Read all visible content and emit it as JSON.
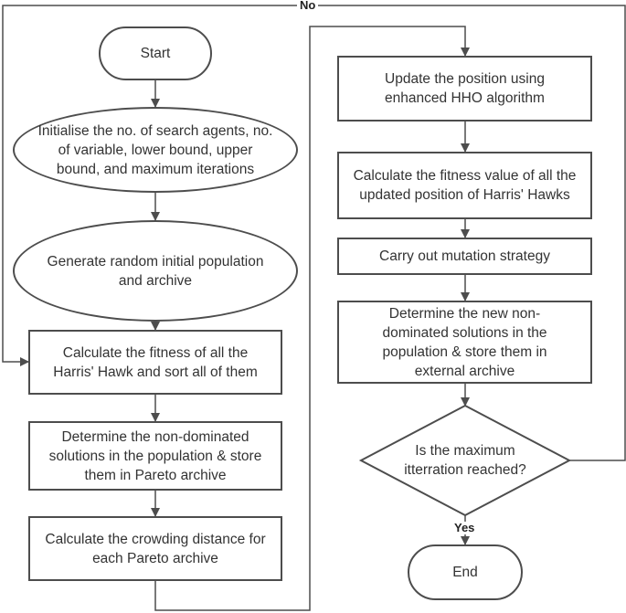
{
  "nodes": {
    "start": "Start",
    "init": "Initialise the no. of search agents, no. of variable, lower bound, upper bound, and maximum iterations",
    "generate": "Generate random initial population and archive",
    "fitness_sort": "Calculate the fitness of all the Harris' Hawk and sort all of them",
    "nondominated": "Determine the non-dominated solutions in the population & store them in Pareto archive",
    "crowding": "Calculate the crowding distance for each Pareto archive",
    "update": "Update the position using enhanced HHO algorithm",
    "fitness_updated": "Calculate the fitness value of all the updated position of Harris' Hawks",
    "mutation": "Carry out mutation strategy",
    "new_nondominated": "Determine the new non-dominated solutions in the population & store them in external archive",
    "decision": "Is the maximum itterration reached?",
    "end": "End"
  },
  "edge_labels": {
    "no": "No",
    "yes": "Yes"
  },
  "colors": {
    "stroke": "#4d4d4d",
    "text": "#333333",
    "background": "#ffffff"
  }
}
